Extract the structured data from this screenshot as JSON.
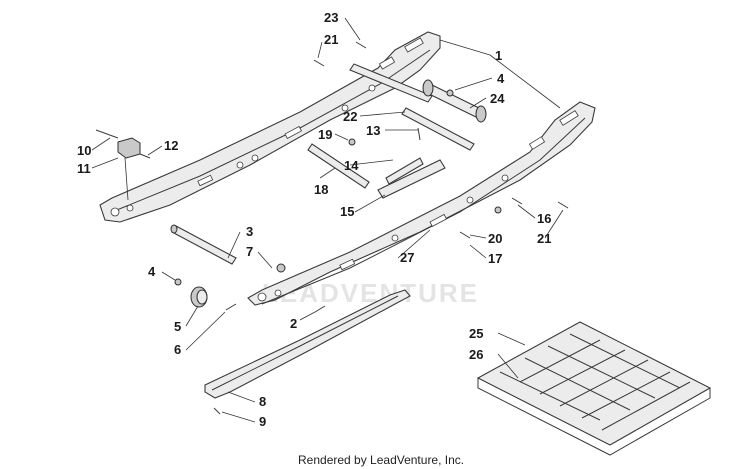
{
  "footer_text": "Rendered by LeadVenture, Inc.",
  "watermark_text": "LEADVENTURE",
  "callouts": [
    {
      "id": "c23",
      "label": "23"
    },
    {
      "id": "c21a",
      "label": "21"
    },
    {
      "id": "c1",
      "label": "1"
    },
    {
      "id": "c4a",
      "label": "4"
    },
    {
      "id": "c24",
      "label": "24"
    },
    {
      "id": "c22",
      "label": "22"
    },
    {
      "id": "c13",
      "label": "13"
    },
    {
      "id": "c19",
      "label": "19"
    },
    {
      "id": "c14",
      "label": "14"
    },
    {
      "id": "c10",
      "label": "10"
    },
    {
      "id": "c12",
      "label": "12"
    },
    {
      "id": "c11",
      "label": "11"
    },
    {
      "id": "c18",
      "label": "18"
    },
    {
      "id": "c15",
      "label": "15"
    },
    {
      "id": "c16",
      "label": "16"
    },
    {
      "id": "c21b",
      "label": "21"
    },
    {
      "id": "c20",
      "label": "20"
    },
    {
      "id": "c17",
      "label": "17"
    },
    {
      "id": "c3",
      "label": "3"
    },
    {
      "id": "c7",
      "label": "7"
    },
    {
      "id": "c27",
      "label": "27"
    },
    {
      "id": "c4b",
      "label": "4"
    },
    {
      "id": "c5",
      "label": "5"
    },
    {
      "id": "c2",
      "label": "2"
    },
    {
      "id": "c6",
      "label": "6"
    },
    {
      "id": "c25",
      "label": "25"
    },
    {
      "id": "c26",
      "label": "26"
    },
    {
      "id": "c8",
      "label": "8"
    },
    {
      "id": "c9",
      "label": "9"
    }
  ]
}
